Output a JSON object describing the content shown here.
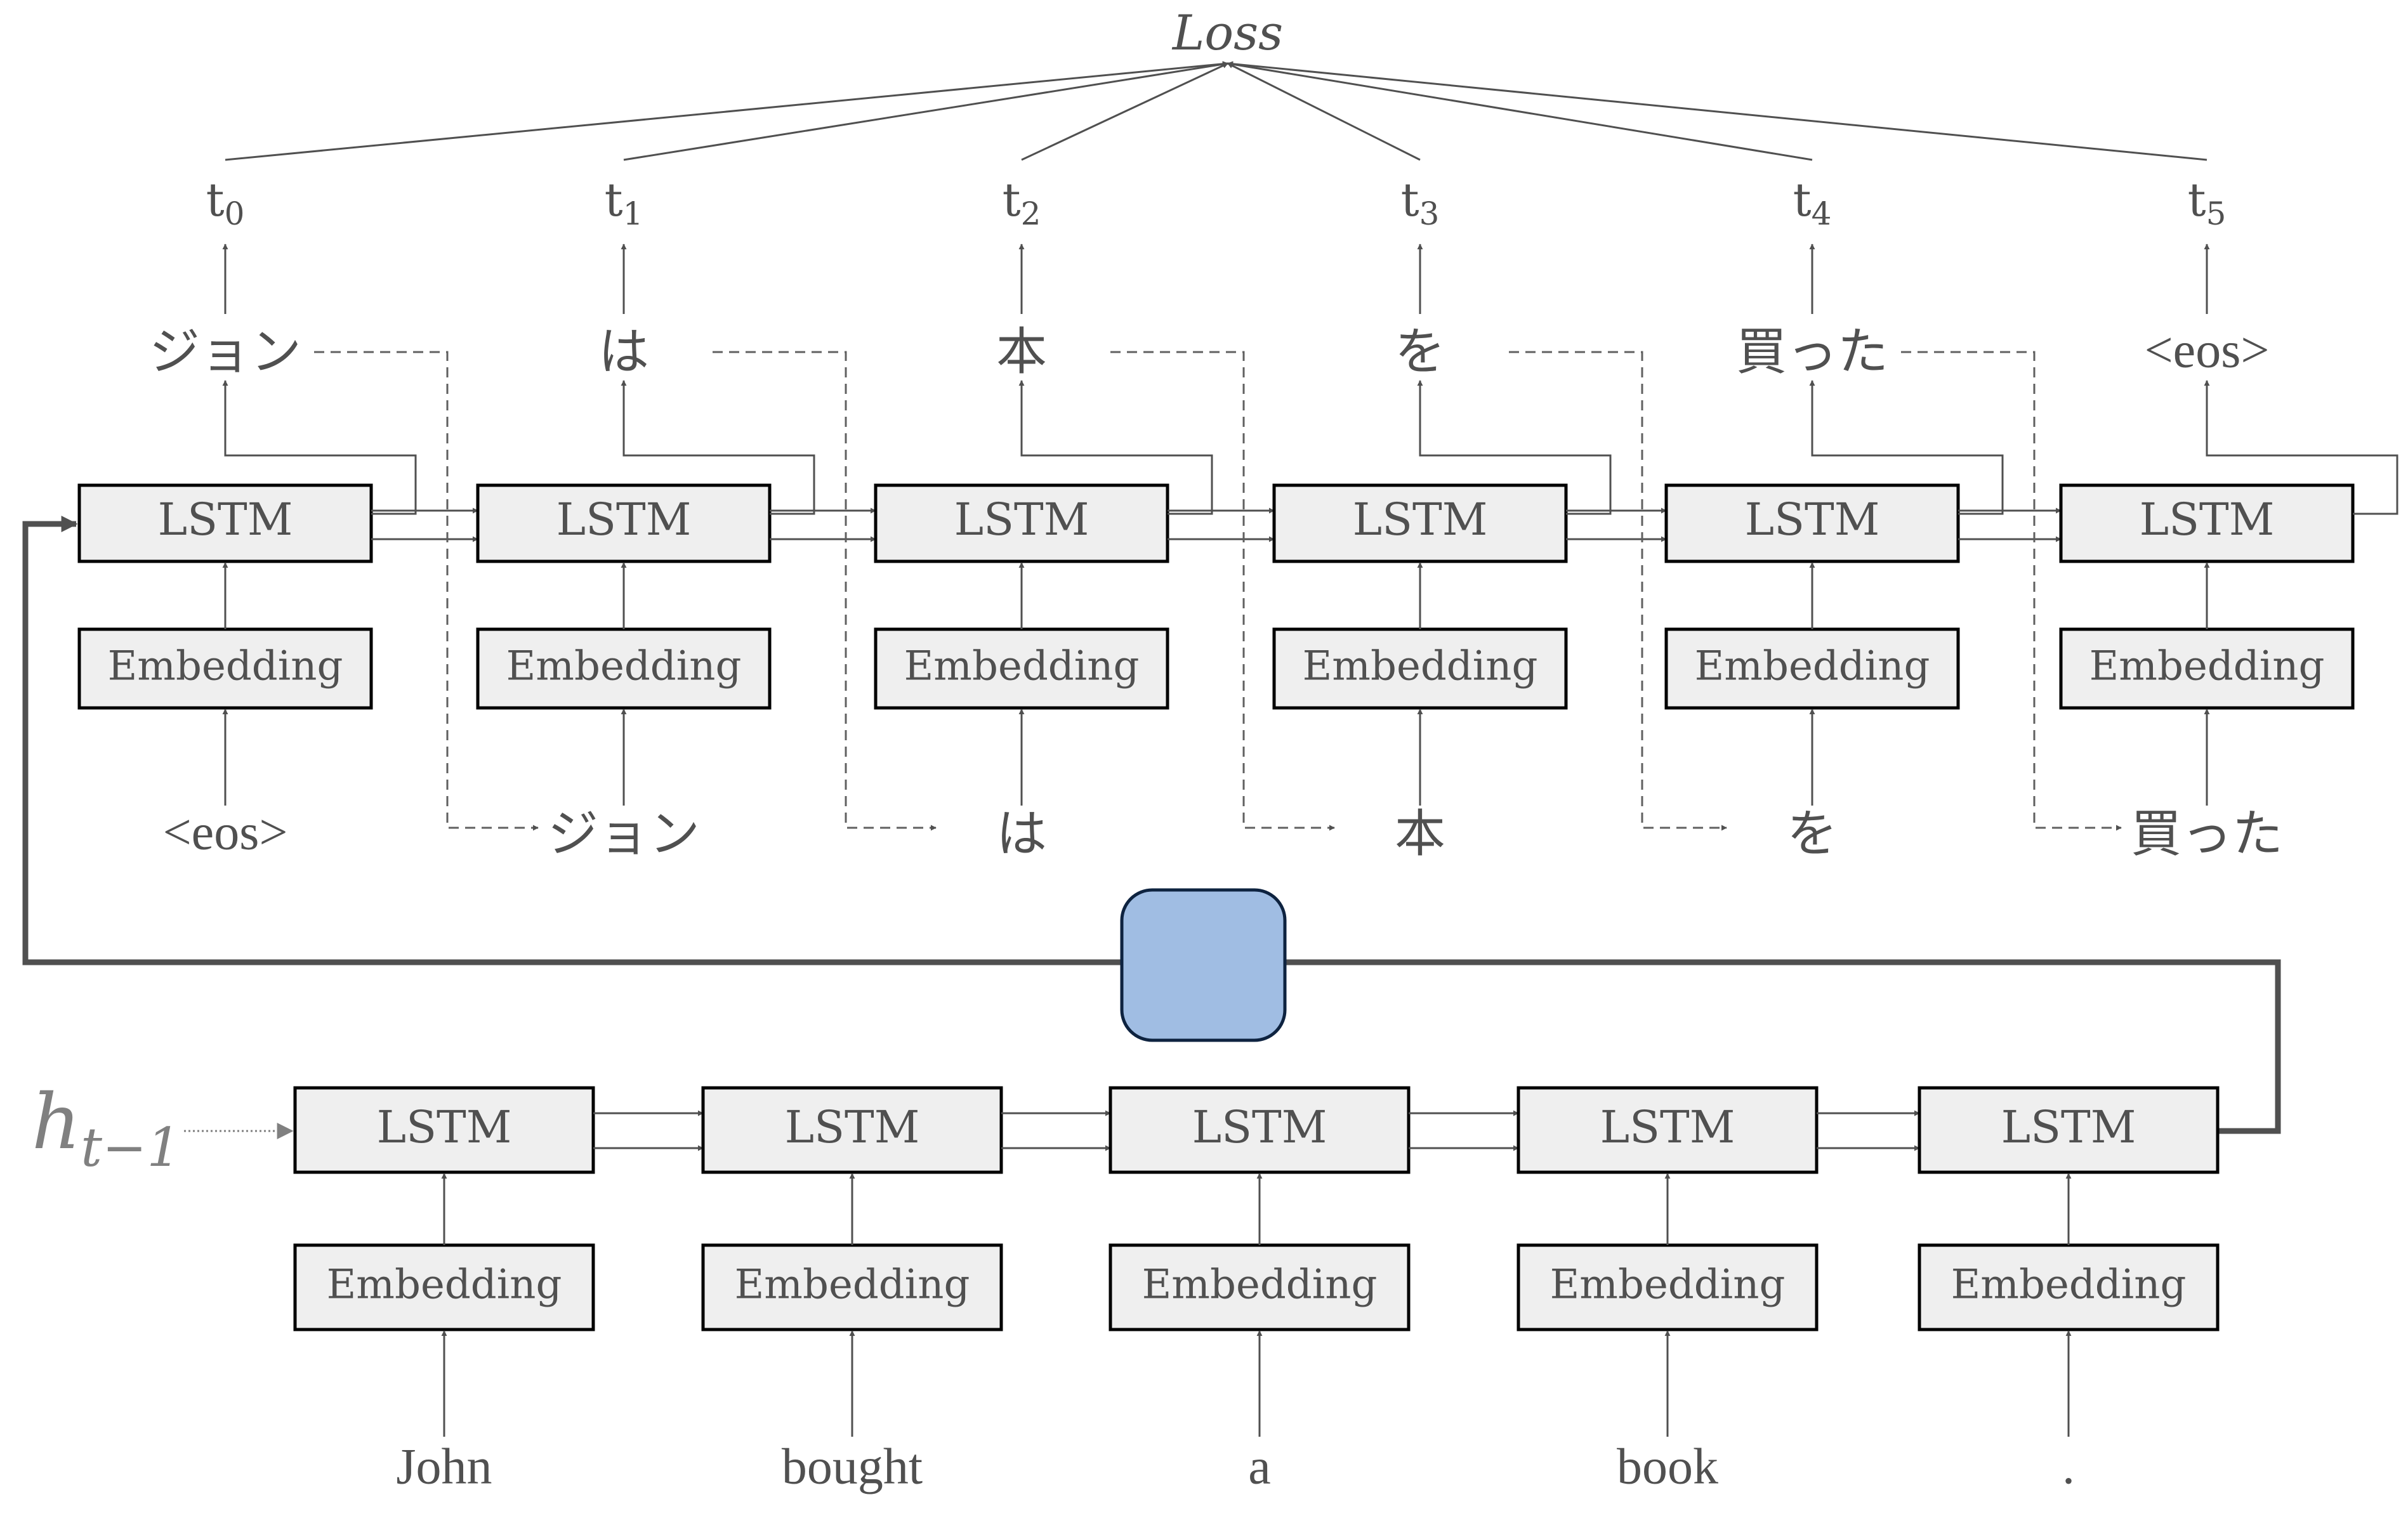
{
  "loss_label": "Loss",
  "hidden_state_label": {
    "base": "h",
    "sub": "t−1"
  },
  "colors": {
    "bridge_fill": "#a0bde3",
    "bridge_stroke": "#0e2340",
    "box_fill": "#efefef",
    "line": "#505050"
  },
  "encoder": {
    "lstm_label": "LSTM",
    "embedding_label": "Embedding",
    "inputs": [
      "John",
      "bought",
      "a",
      "book",
      "."
    ]
  },
  "decoder": {
    "lstm_label": "LSTM",
    "embedding_label": "Embedding",
    "inputs": [
      "<eos>",
      "ジョン",
      "は",
      "本",
      "を",
      "買った"
    ],
    "outputs": [
      "ジョン",
      "は",
      "本",
      "を",
      "買った",
      "<eos>"
    ],
    "targets": [
      {
        "base": "t",
        "sub": "0"
      },
      {
        "base": "t",
        "sub": "1"
      },
      {
        "base": "t",
        "sub": "2"
      },
      {
        "base": "t",
        "sub": "3"
      },
      {
        "base": "t",
        "sub": "4"
      },
      {
        "base": "t",
        "sub": "5"
      }
    ]
  }
}
